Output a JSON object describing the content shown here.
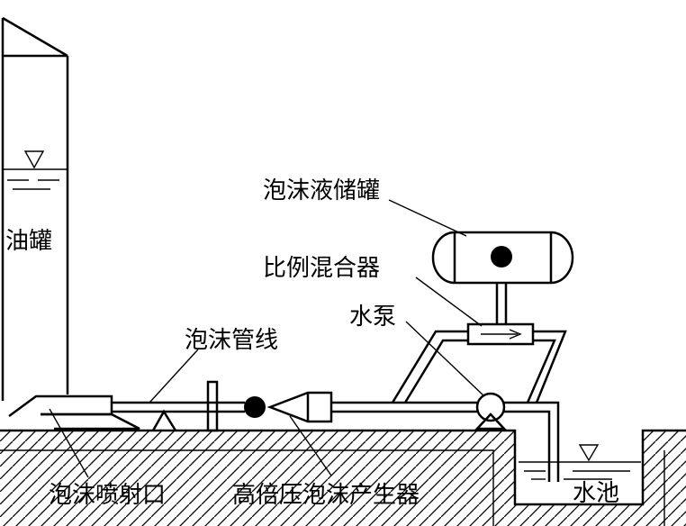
{
  "labels": {
    "oil_tank": "油罐",
    "foam_liquid_tank": "泡沫液储罐",
    "proportional_mixer": "比例混合器",
    "water_pump": "水泵",
    "foam_pipeline": "泡沫管线",
    "foam_outlet": "泡沫喷射口",
    "high_expansion_generator": "高倍压泡沫产生器",
    "water_pool": "水池"
  }
}
